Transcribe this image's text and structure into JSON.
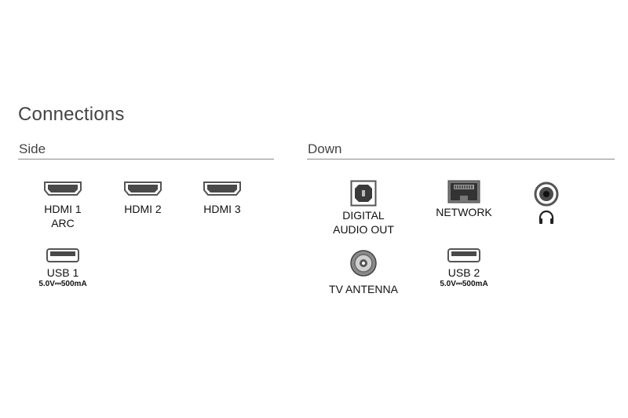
{
  "title": "Connections",
  "sections": {
    "side": {
      "label": "Side",
      "ports": [
        {
          "name": "HDMI 1",
          "sub": "ARC",
          "icon": "hdmi-port-icon"
        },
        {
          "name": "HDMI 2",
          "icon": "hdmi-port-icon"
        },
        {
          "name": "HDMI 3",
          "icon": "hdmi-port-icon"
        },
        {
          "name": "USB 1",
          "spec": "5.0V⎓500mA",
          "icon": "usb-port-icon"
        }
      ]
    },
    "down": {
      "label": "Down",
      "ports": [
        {
          "name": "DIGITAL",
          "sub": "AUDIO OUT",
          "icon": "optical-audio-port-icon"
        },
        {
          "name": "NETWORK",
          "icon": "ethernet-port-icon"
        },
        {
          "name": "",
          "icon": "headphone-jack-icon"
        },
        {
          "name": "TV ANTENNA",
          "icon": "antenna-port-icon"
        },
        {
          "name": "USB 2",
          "spec": "5.0V⎓500mA",
          "icon": "usb-port-icon"
        }
      ]
    }
  }
}
